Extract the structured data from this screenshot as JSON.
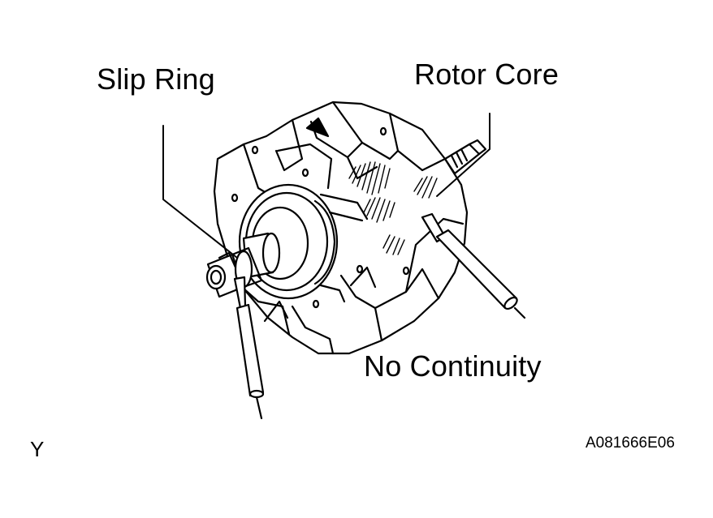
{
  "figure": {
    "labels": {
      "slip_ring": "Slip Ring",
      "rotor_core": "Rotor Core",
      "no_continuity": "No Continuity"
    },
    "corner_left": "Y",
    "figure_code": "A081666E06"
  }
}
